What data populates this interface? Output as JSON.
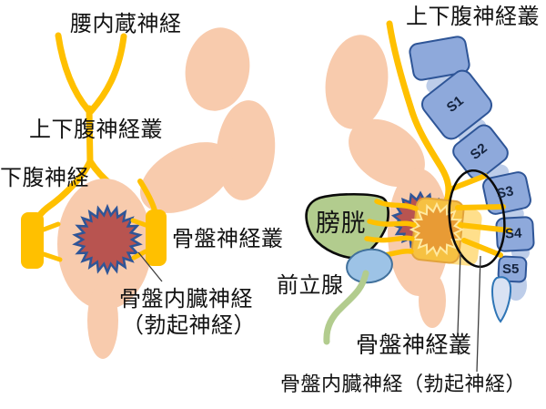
{
  "figure": {
    "left_panel": {
      "labels": {
        "lumbar_splanchnic_nerve": "腰内蔵神経",
        "superior_hypogastric_plexus": "上下腹神経叢",
        "hypogastric_nerve": "下腹神経",
        "pelvic_plexus": "骨盤神経叢",
        "pelvic_splanchnic_line1": "骨盤内臓神経",
        "pelvic_splanchnic_line2": "（勃起神経）"
      }
    },
    "right_panel": {
      "labels": {
        "superior_hypogastric_plexus": "上下腹神経叢",
        "bladder": "膀胱",
        "prostate": "前立腺",
        "pelvic_plexus": "骨盤神経叢",
        "pelvic_splanchnic": "骨盤内臓神経（勃起神経）"
      },
      "vertebrae": [
        "S1",
        "S2",
        "S3",
        "S4",
        "S5"
      ]
    },
    "palette": {
      "nerve_yellow": "#FFC000",
      "colon_peach": "#F8CBAD",
      "tumor_red": "#B85450",
      "tumor_spike_blue": "#2F5597",
      "vertebra_blue": "#8EA9DB",
      "vertebra_border": "#2E5597",
      "disc_light_blue": "#BDCDE9",
      "coccyx_light_blue": "#D9E2F3",
      "bladder_green": "#B2CC8E",
      "prostate_blue": "#9DC3E6",
      "plexus_gold": "#F6C142",
      "plexus_orange": "#E89B35",
      "outline_black": "#0a0a0a"
    }
  }
}
